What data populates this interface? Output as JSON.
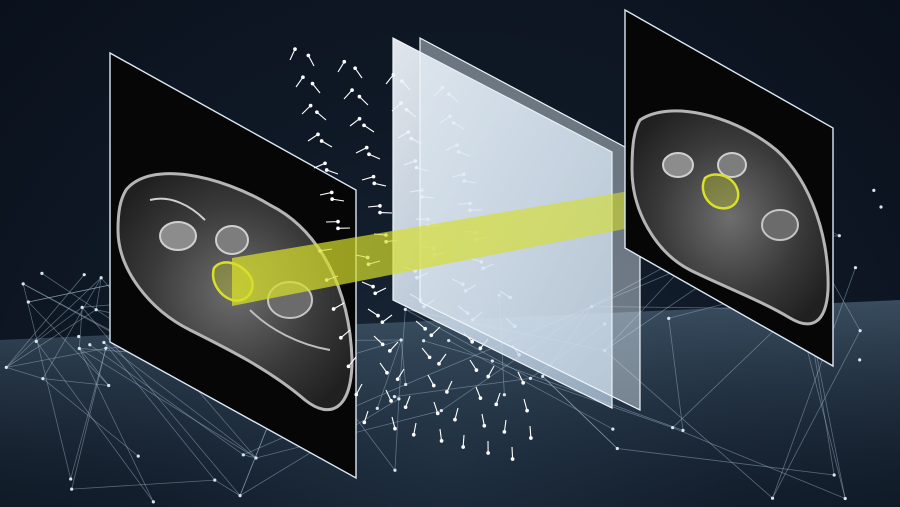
{
  "scene": {
    "panels": [
      {
        "id": "input-scan",
        "role": "source MRI slice"
      },
      {
        "id": "deformation-field",
        "role": "vector field"
      },
      {
        "id": "output-scan",
        "role": "registered MRI slice"
      }
    ],
    "colors": {
      "background": "#0b1320",
      "frame": "#dbe8f4",
      "highlight": "#d9e02a",
      "network": "#9fb9cc",
      "glass": "#e3eef8"
    },
    "icons": [
      "network-mesh",
      "vector-arrows",
      "anatomy-outline"
    ]
  }
}
